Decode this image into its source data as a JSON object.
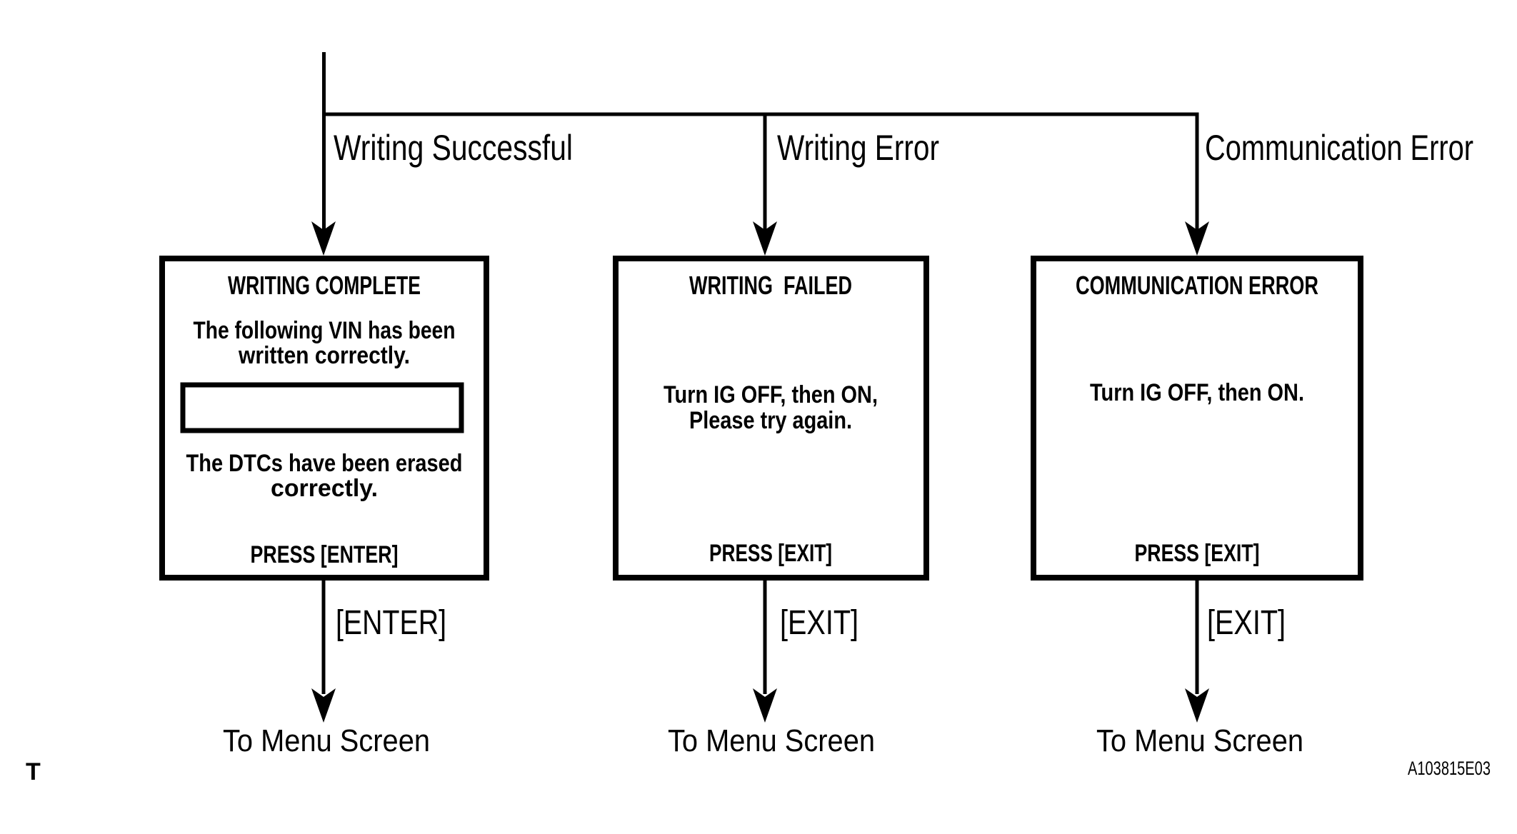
{
  "diagram": {
    "type": "flowchart",
    "colors": {
      "ink": "#000000",
      "background": "#ffffff"
    },
    "page_marker": "T",
    "figure_code": "A103815E03",
    "branches": [
      {
        "condition": "Writing Successful",
        "screen": {
          "title": "WRITING COMPLETE",
          "lines": [
            "The following VIN has been",
            "written correctly.",
            "The DTCs have been erased",
            "correctly."
          ],
          "vin_field": "",
          "press": "PRESS [ENTER]"
        },
        "key": "[ENTER]",
        "destination": "To Menu Screen"
      },
      {
        "condition": "Writing Error",
        "screen": {
          "title": "WRITING  FAILED",
          "lines": [
            "Turn IG OFF, then ON,",
            "Please try again."
          ],
          "press": "PRESS [EXIT]"
        },
        "key": "[EXIT]",
        "destination": "To Menu Screen"
      },
      {
        "condition": "Communication Error",
        "screen": {
          "title": "COMMUNICATION ERROR",
          "lines": [
            "Turn IG OFF, then ON."
          ],
          "press": "PRESS [EXIT]"
        },
        "key": "[EXIT]",
        "destination": "To Menu Screen"
      }
    ]
  }
}
